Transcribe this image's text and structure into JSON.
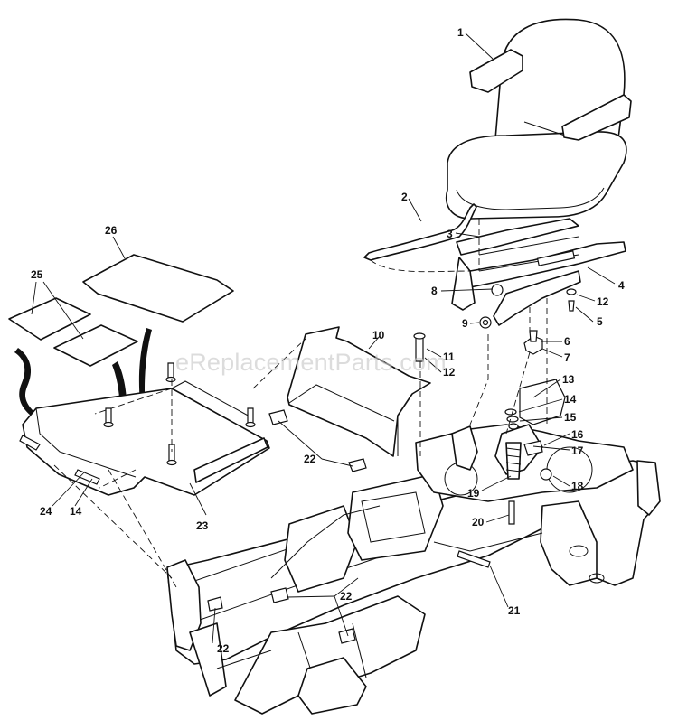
{
  "watermark": "eReplacementParts.com",
  "callouts": [
    "1",
    "2",
    "3",
    "4",
    "5",
    "6",
    "7",
    "8",
    "9",
    "10",
    "11",
    "12",
    "12",
    "13",
    "14",
    "14",
    "15",
    "16",
    "17",
    "18",
    "19",
    "20",
    "21",
    "22",
    "22",
    "22",
    "23",
    "24",
    "25",
    "26"
  ]
}
